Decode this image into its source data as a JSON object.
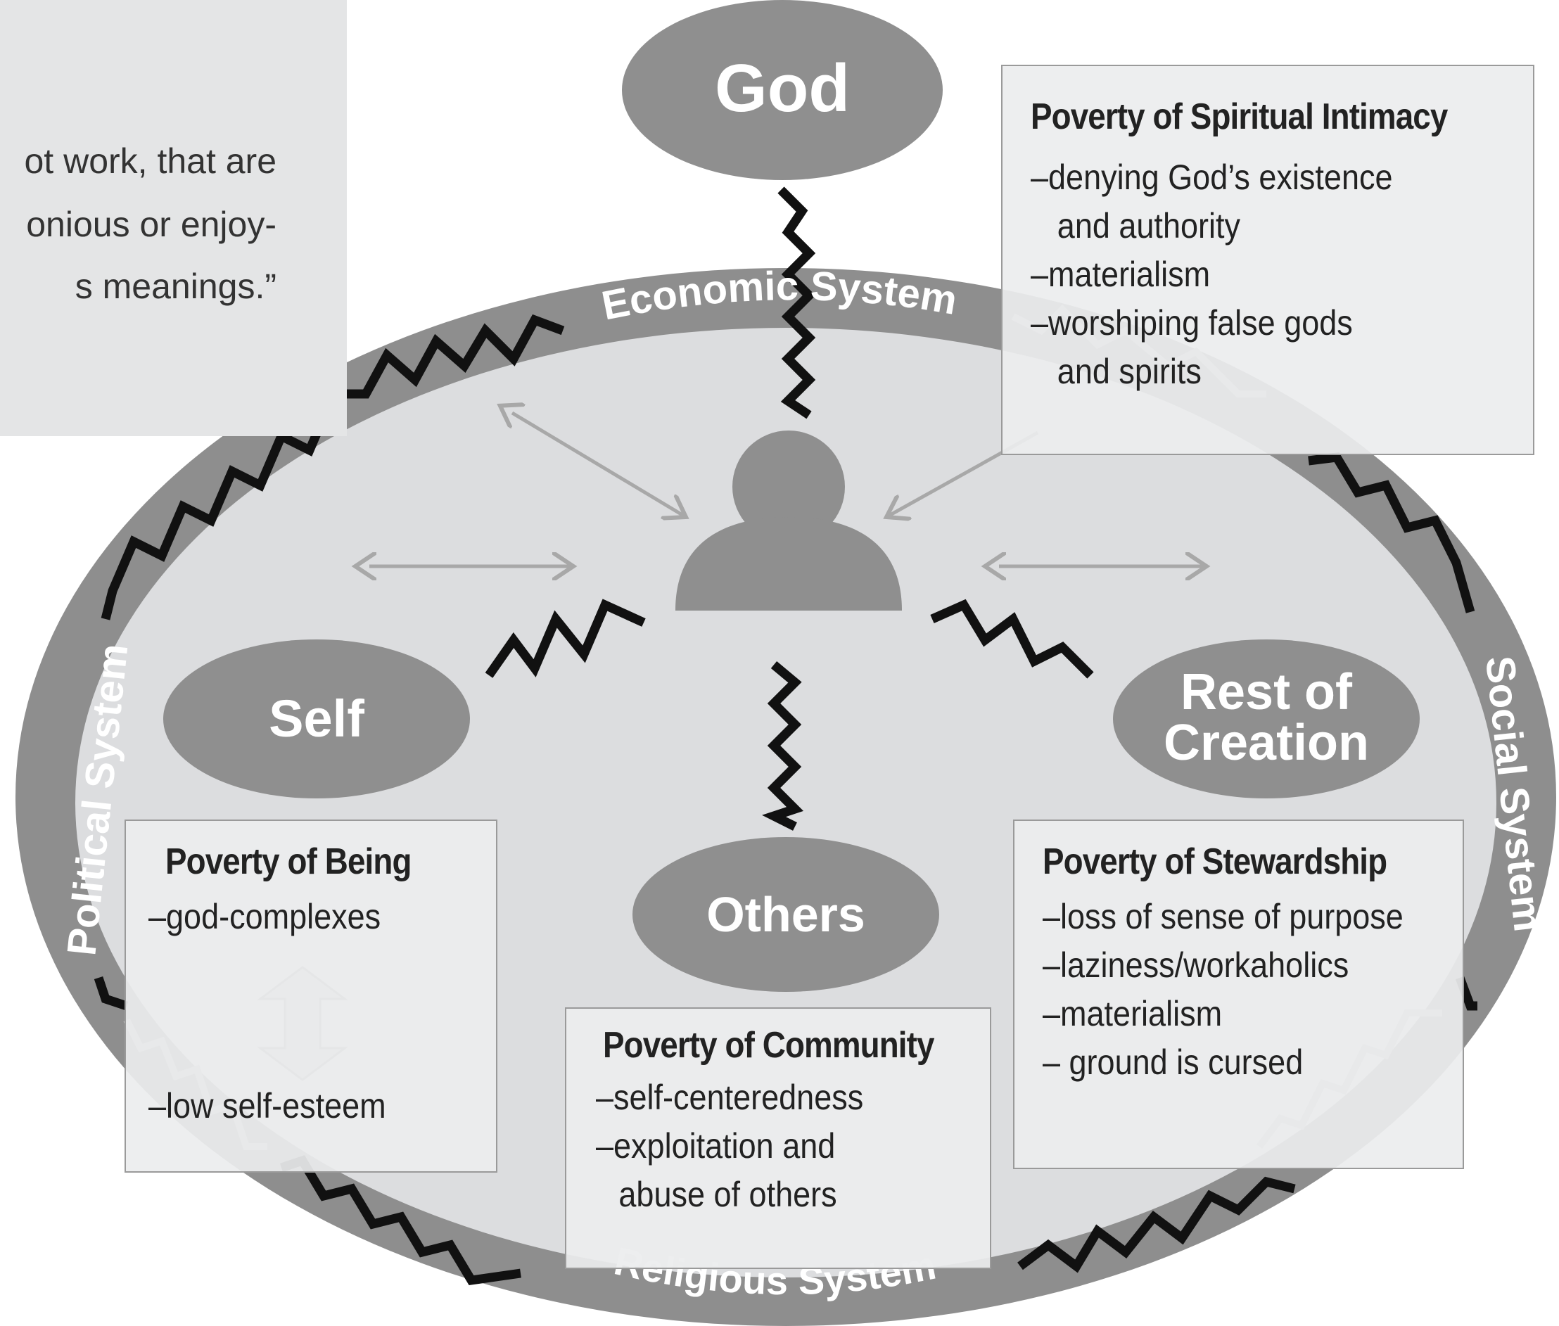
{
  "quote": {
    "lines": [
      "ot work, that are",
      "onious or enjoy-",
      "s meanings.”"
    ]
  },
  "nodes": {
    "god": "God",
    "self": "Self",
    "others": "Others",
    "creation_line1": "Rest of",
    "creation_line2": "Creation"
  },
  "systems": {
    "economic": "Economic System",
    "political": "Political System",
    "social": "Social System",
    "religious": "Religious System"
  },
  "boxes": {
    "spiritual": {
      "title": "Poverty of Spiritual Intimacy",
      "item1a": "–denying God’s existence",
      "item1b": "and authority",
      "item2": "–materialism",
      "item3a": "–worshiping false gods",
      "item3b": "and spirits"
    },
    "being": {
      "title": "Poverty of Being",
      "item1": "–god-complexes",
      "item2": "–low self-esteem"
    },
    "community": {
      "title": "Poverty of Community",
      "item1": "–self-centeredness",
      "item2a": "–exploitation and",
      "item2b": "abuse of others"
    },
    "stewardship": {
      "title": "Poverty of Stewardship",
      "item1": "–loss of sense of purpose",
      "item2": "–laziness/workaholics",
      "item3": "–materialism",
      "item4": "– ground is cursed"
    }
  },
  "colors": {
    "ring": "#8e8e8e",
    "inner": "#dcdddf",
    "node": "#8f8f8f",
    "zigzag": "#111111",
    "arrow": "#a8a8a8"
  }
}
